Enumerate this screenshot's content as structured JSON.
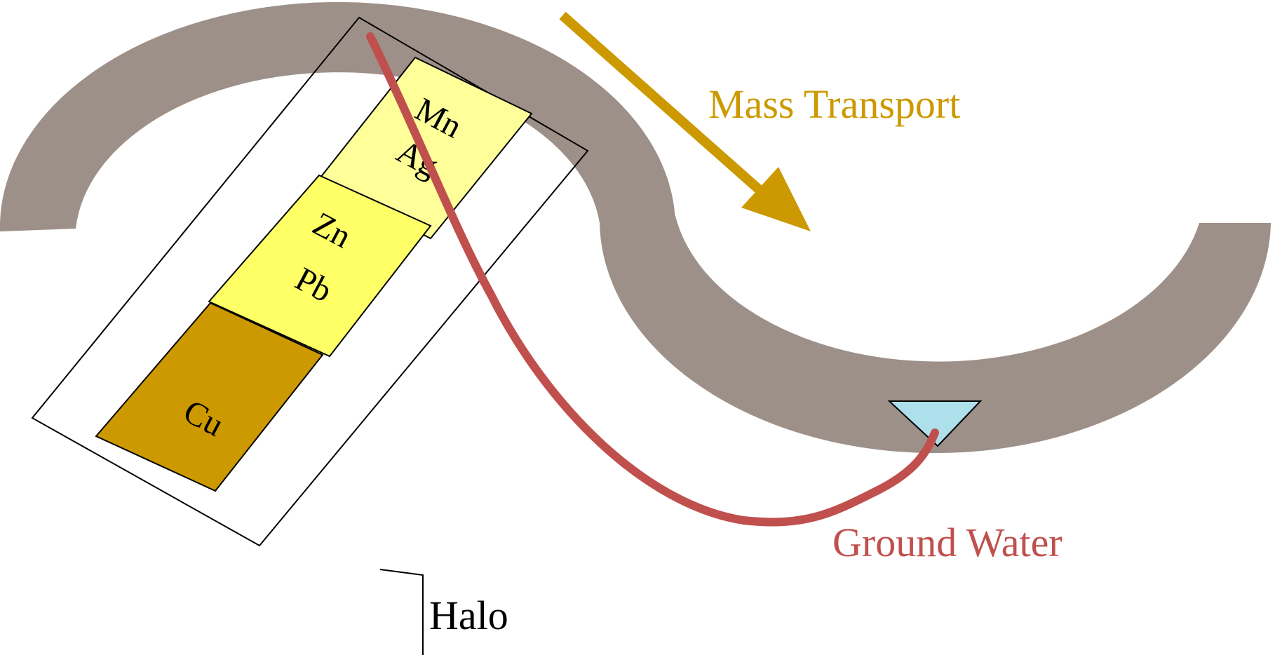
{
  "diagram": {
    "mass_transport": {
      "label": "Mass Transport",
      "color": "#cc9900"
    },
    "ground_water": {
      "label": "Ground Water",
      "color": "#c0504d"
    },
    "halo": {
      "label": "Halo"
    },
    "zones": [
      {
        "line1": "Mn",
        "line2": "Ag",
        "color": "#ffff99"
      },
      {
        "line1": "Zn",
        "line2": "Pb",
        "color": "#ffff66"
      },
      {
        "line1": "Cu",
        "line2": "",
        "color": "#cc9900"
      }
    ],
    "rock_color": "#9e9088",
    "water_pool_color": "#aee0ec"
  }
}
